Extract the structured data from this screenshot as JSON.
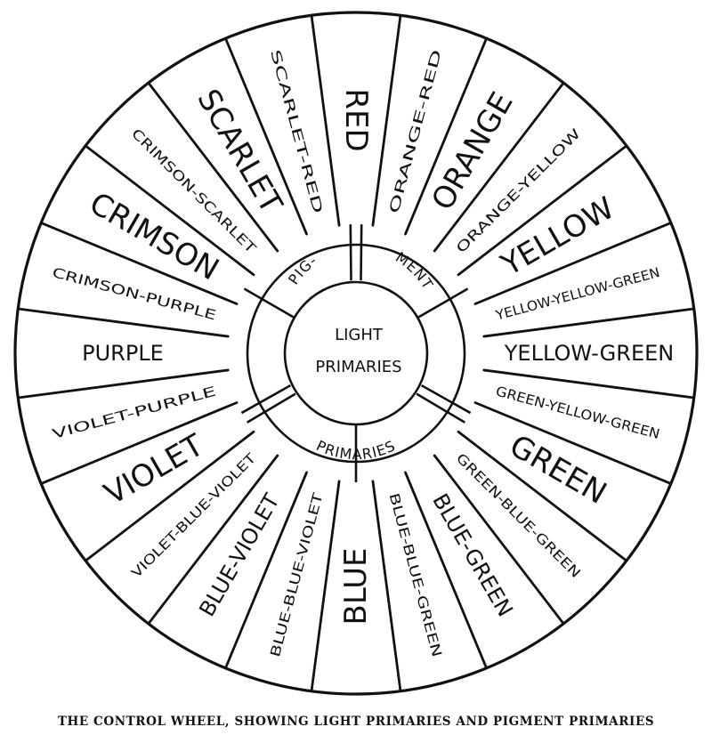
{
  "segments": [
    {
      "label": "RED",
      "size": "big"
    },
    {
      "label": "ORANGE-RED",
      "size": "small"
    },
    {
      "label": "ORANGE",
      "size": "big"
    },
    {
      "label": "ORANGE-YELLOW",
      "size": "small"
    },
    {
      "label": "YELLOW",
      "size": "big"
    },
    {
      "label": "YELLOW-YELLOW-GREEN",
      "size": "small"
    },
    {
      "label": "YELLOW-GREEN",
      "size": "mid"
    },
    {
      "label": "GREEN-YELLOW-GREEN",
      "size": "small"
    },
    {
      "label": "GREEN",
      "size": "big"
    },
    {
      "label": "GREEN-BLUE-GREEN",
      "size": "small"
    },
    {
      "label": "BLUE-GREEN",
      "size": "mid"
    },
    {
      "label": "BLUE-BLUE-GREEN",
      "size": "small"
    },
    {
      "label": "BLUE",
      "size": "big"
    },
    {
      "label": "BLUE-BLUE-VIOLET",
      "size": "small"
    },
    {
      "label": "BLUE-VIOLET",
      "size": "mid"
    },
    {
      "label": "VIOLET-BLUE-VIOLET",
      "size": "small"
    },
    {
      "label": "VIOLET",
      "size": "big"
    },
    {
      "label": "VIOLET-PURPLE",
      "size": "small"
    },
    {
      "label": "PURPLE",
      "size": "mid"
    },
    {
      "label": "CRIMSON-PURPLE",
      "size": "small"
    },
    {
      "label": "CRIMSON",
      "size": "big"
    },
    {
      "label": "CRIMSON-SCARLET",
      "size": "small"
    },
    {
      "label": "SCARLET",
      "size": "big"
    },
    {
      "label": "SCARLET-RED",
      "size": "small"
    }
  ],
  "pigment_ring": {
    "left": "PIG-",
    "right": "MENT"
  },
  "primaries_ring": "PRIMARIES",
  "center": {
    "line1": "LIGHT",
    "line2": "PRIMARIES"
  },
  "caption": "THE CONTROL WHEEL, SHOWING LIGHT PRIMARIES AND PIGMENT PRIMARIES",
  "colors": {
    "ink": "#111111",
    "paper": "#ffffff"
  }
}
